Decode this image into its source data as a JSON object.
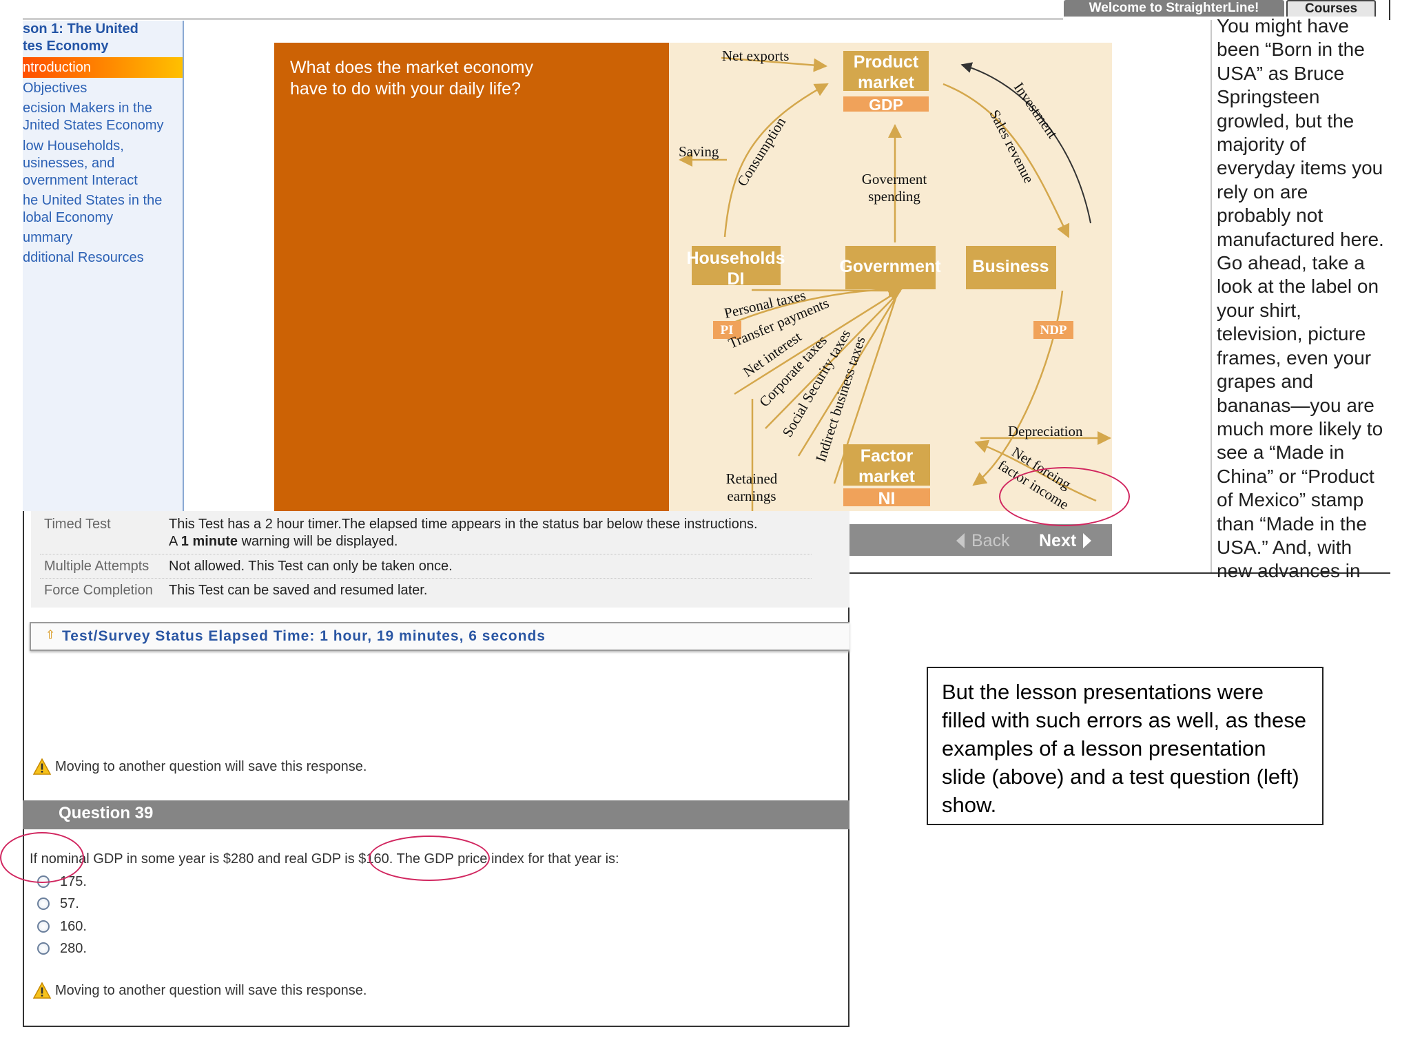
{
  "header": {
    "welcome_tab": "Welcome to StraighterLine!",
    "courses_tab": "Courses"
  },
  "sidebar": {
    "items": [
      {
        "label": "son 1: The United",
        "style": "bold"
      },
      {
        "label": "tes Economy",
        "style": "bold"
      },
      {
        "label": "ntroduction",
        "style": "active"
      },
      {
        "label": "Objectives"
      },
      {
        "label": "ecision Makers in the"
      },
      {
        "label": "Jnited States Economy"
      },
      {
        "label": "low Households,"
      },
      {
        "label": "usinesses, and"
      },
      {
        "label": "overnment Interact"
      },
      {
        "label": "he United States in the"
      },
      {
        "label": "lobal Economy"
      },
      {
        "label": "ummary"
      },
      {
        "label": "dditional Resources"
      }
    ]
  },
  "slide": {
    "question_line1": "What does the market economy",
    "question_line2": "have to do with your daily life?",
    "diagram": {
      "product_market_line1": "Product",
      "product_market_line2": "market",
      "gdp": "GDP",
      "households": "Households",
      "di": "DI",
      "government": "Government",
      "business": "Business",
      "factor_market_line1": "Factor",
      "factor_market_line2": "market",
      "ni": "NI",
      "pi": "PI",
      "ndp": "NDP",
      "net_exports": "Net exports",
      "saving": "Saving",
      "consumption": "Consumption",
      "govt_spending_line1": "Goverment",
      "govt_spending_line2": "spending",
      "investment": "Investment",
      "sales_revenue": "Sales revenue",
      "personal_taxes": "Personal taxes",
      "transfer_payments": "Transfer payments",
      "net_interest": "Net interest",
      "corporate_taxes": "Corporate taxes",
      "social_security_taxes": "Social Security taxes",
      "indirect_business_taxes": "Indirect business taxes",
      "retained_line1": "Retained",
      "retained_line2": "earnings",
      "depreciation": "Depreciation",
      "net_foreing_line1": "Net foreing",
      "net_foreing_line2": "factor income"
    },
    "nav": {
      "back": "Back",
      "next": "Next"
    }
  },
  "side_text": {
    "lines": [
      "You might have",
      "been “Born in the",
      "USA” as Bruce",
      "Springsteen",
      "growled, but the",
      "majority of",
      "everyday items you",
      "rely on are",
      "probably not",
      "manufactured here.",
      "Go ahead, take a",
      "look at the label on",
      "your shirt,",
      "television, picture",
      "frames, even your",
      "grapes and",
      "bananas—you are",
      "much more likely to",
      "see a “Made in",
      "China” or “Product",
      "of Mexico” stamp",
      "than “Made in the",
      "USA.” And, with",
      "new advances in"
    ]
  },
  "test": {
    "info": {
      "timed_label": "Timed Test",
      "timed_value_line1": "This Test has a 2 hour timer.The elapsed time appears in the status bar below these instructions.",
      "timed_value_line2_pre": "A ",
      "timed_value_line2_bold": "1 minute",
      "timed_value_line2_post": " warning will be displayed.",
      "attempts_label": "Multiple Attempts",
      "attempts_value": "Not allowed. This Test can only be taken once.",
      "completion_label": "Force Completion",
      "completion_value": "This Test can be saved and resumed later."
    },
    "status": {
      "label": "Test/Survey Status",
      "elapsed": "Elapsed Time: 1 hour, 19 minutes, 6 seconds"
    },
    "warning": "Moving to another question will save this response.",
    "question": {
      "title": "Question 39",
      "text": "If nominal GDP in some year is $280 and real GDP is $160. The GDP price index for that year is:",
      "options": [
        "175.",
        "57.",
        "160.",
        "280."
      ]
    }
  },
  "caption": {
    "text": "But the lesson presentations were filled with such errors as well, as these examples of a lesson presentation slide (above) and a test question (left) show."
  },
  "colors": {
    "slide_orange": "#cc6205",
    "diagram_gold": "#d4a74c",
    "diagram_accent": "#f0a25a",
    "annotation": "#d1265f",
    "link_blue": "#2d62b5"
  }
}
